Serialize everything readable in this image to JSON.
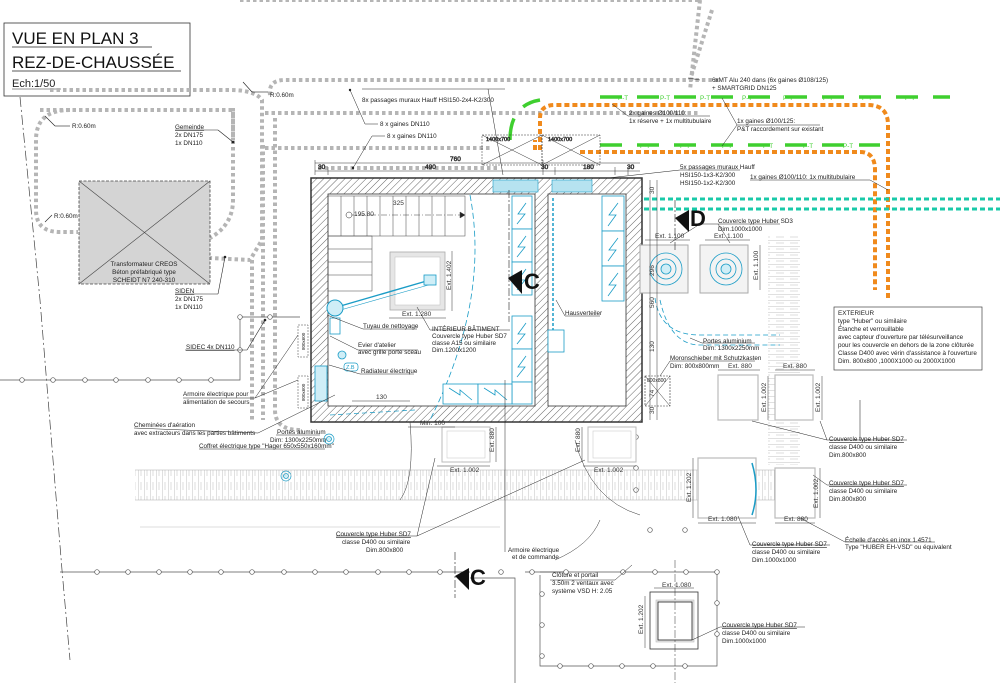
{
  "title_block": {
    "line1": "VUE EN PLAN 3",
    "line2": "REZ-DE-CHAUSSÉE",
    "scale": "Ech:1/50"
  },
  "colors": {
    "conduit_gray": "#b8b8b8",
    "pt_green": "#3fcf2f",
    "orange_conduit": "#f08a1c",
    "teal_conduit": "#19c9a8",
    "cyan_equipment": "#1a9cc6",
    "hatch": "#555555"
  },
  "radius_labels": [
    "R:0.60m",
    "R:0.60m",
    "R:0.60m"
  ],
  "transformer": {
    "lines": [
      "Transformateur CREOS",
      "Béton préfabriqué type",
      "SCHEIDT N7 240-310"
    ]
  },
  "networks": {
    "gemeinde": {
      "title": "Gemeinde",
      "lines": [
        "2x DN175",
        "1x DN110"
      ]
    },
    "siden": {
      "title": "SIDEN",
      "lines": [
        "2x DN175",
        "1x DN110"
      ]
    },
    "sidec": "SIDEC 4x DN110"
  },
  "top_labels": {
    "passages_hauff_8x": "8x passages muraux Hauff HSI150-2x4-K2/300",
    "gaines_8x_a": "8 x gaines DN110",
    "gaines_8x_b": "8 x gaines DN110",
    "mt_alu": [
      "6xMT Alu 240 dans (6x gaines Ø108/125)",
      "+ SMARTGRID DN125"
    ],
    "gaines_2x": [
      "2x gaines Ø100/110:",
      "1x réserve + 1x multitubulaire"
    ],
    "gaines_1x_pt": [
      "1x gaines Ø100/125:",
      "P&T raccordement sur existant"
    ],
    "passages_hauff_5x": [
      "5x passages muraux Hauff",
      "HSI150-1x3-K2/300",
      "HSI150-1x2-K2/300"
    ],
    "gaine_multitub": "1x gaines Ø100/110: 1x multitubulaire",
    "pt_tag": "P-T",
    "openings": [
      "1400x700",
      "1400x700"
    ]
  },
  "dimensions": {
    "top": [
      "30",
      "490",
      "760",
      "30",
      "180",
      "30"
    ],
    "stairs": "325",
    "level": "195.80",
    "hatch_int_w": "Ext. 1.280",
    "hatch_int_h": "Ext. 1.402",
    "bottom_130": "130",
    "min_100": "Min. 100",
    "ext_880": [
      "Ext. 880",
      "Ext. 880",
      "Ext. 880",
      "Ext. 880",
      "Ext. 880"
    ],
    "ext_1002": [
      "Ext. 1.002",
      "Ext. 1.002",
      "Ext. 1.002",
      "Ext. 1.002",
      "Ext. 1.002"
    ],
    "ext_1100": [
      "Ext. 1.100",
      "Ext. 1.100",
      "Ext. 1.100"
    ],
    "ext_1080": [
      "Ext. 1.080",
      "Ext. 1.080"
    ],
    "ext_1202": [
      "Ext. 1.202",
      "Ext. 1.202"
    ],
    "side": [
      "30",
      "296",
      "560",
      "130",
      "74",
      "30"
    ],
    "moro_box": "800x800"
  },
  "interior_labels": {
    "tuyau": "Tuyau de nettoyage",
    "evier": [
      "Evier d'atelier",
      "avec grille porte sceau"
    ],
    "radiateur": "Radiateur électrique",
    "hausverteiler": "Hausverteiler",
    "interieur": [
      "INTÉRIEUR BÂTIMENT",
      "Couvercle type Huber SD7",
      "classe A15 ou similaire",
      "Dim.1200x1200"
    ],
    "zb": "Z.B"
  },
  "left_labels": {
    "armoire_secours": [
      "Armoire électrique pour",
      "alimentation de secours"
    ],
    "cheminees": [
      "Cheminées d'aération",
      "avec extracteurs dans les parties bâtiments"
    ],
    "portes_1": [
      "Portes aluminium",
      "Dim: 1300x2250mm"
    ],
    "coffret": "Coffret électrique type \"Hager 650x550x160mm\"",
    "gen": [
      "800x600",
      "800x600"
    ]
  },
  "right_labels": {
    "sd3": [
      "Couvercle type Huber SD3",
      "Dim.1000x1000"
    ],
    "portes_2": [
      "Portes aluminium",
      "Dim: 1300x2250mm"
    ],
    "moro": [
      "Moronschieber mit Schutzkasten",
      "Dim: 800x800mm"
    ],
    "exterieur": [
      "EXTERIEUR",
      "type \"Huber\" ou similaire",
      "Étanche et verrouillable",
      "avec capteur d'ouverture par télésurveillance",
      "pour les couvercle en dehors de la zone clôturée",
      "Classe D400 avec vérin d'assistance à l'ouverture",
      "Dim. 800x800 ,1000X1000 ou 2000X1000"
    ],
    "sd7_a": [
      "Couvercle type Huber SD7",
      "classe D400 ou similaire",
      "Dim.800x800"
    ],
    "sd7_b": [
      "Couvercle type Huber SD7",
      "classe D400 ou similaire",
      "Dim.800x800"
    ],
    "echelle": [
      "Échelle d'accès en inox 1.4571",
      "Type \"HUBER EH-VSD\" ou équivalent"
    ],
    "sd7_c": [
      "Couvercle type Huber SD7",
      "classe D400 ou similaire",
      "Dim.1000x1000"
    ]
  },
  "bottom_labels": {
    "sd7_left": [
      "Couvercle type Huber SD7",
      "classe D400 ou similaire",
      "Dim.800x800"
    ],
    "armoire_cmd": [
      "Armoire électrique",
      "et de commande"
    ],
    "cloture": [
      "Clôture et portail",
      "3.50m 2 ventaux avec",
      "système VSD H: 2.05"
    ],
    "sd7_bottom": [
      "Couvercle type Huber SD7",
      "classe D400 ou similaire",
      "Dim.1000x1000"
    ]
  },
  "section_markers": [
    "C",
    "C",
    "D"
  ]
}
